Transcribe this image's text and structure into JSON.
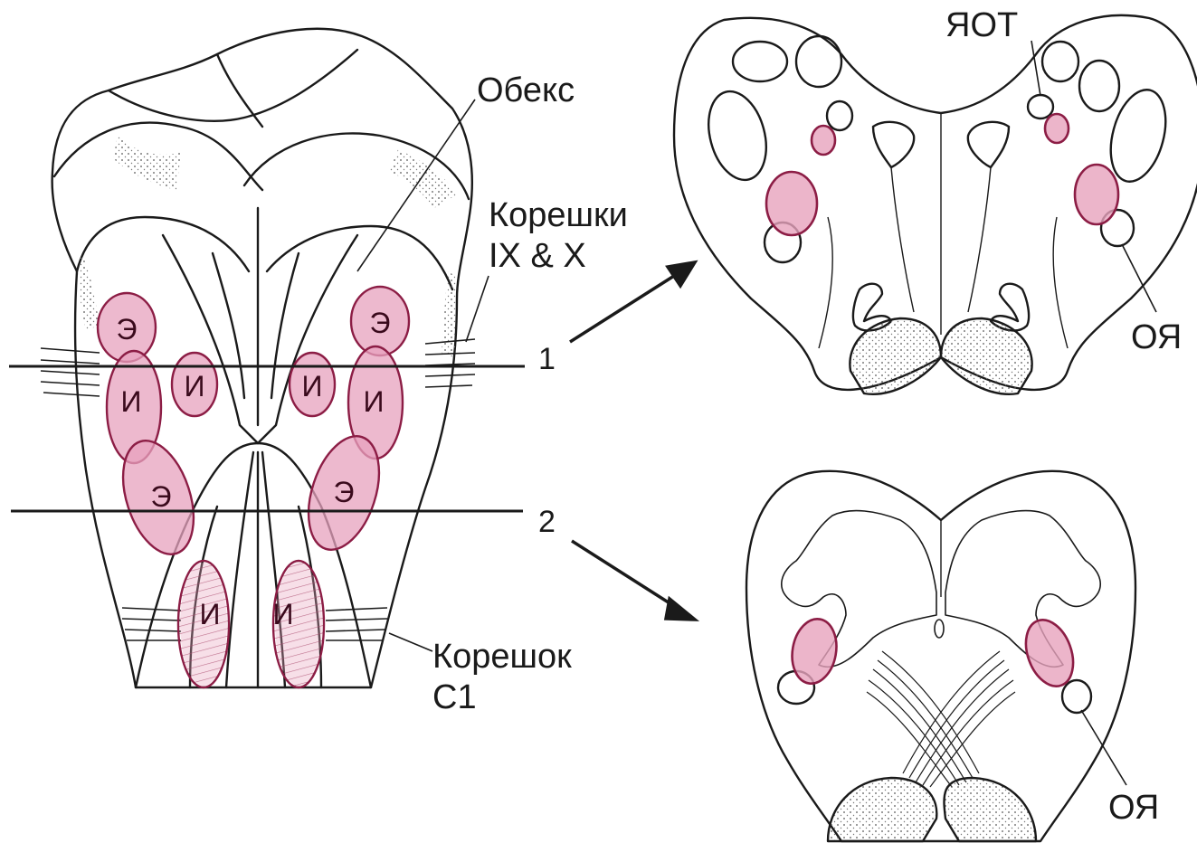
{
  "labels": {
    "obex": "Обекс",
    "roots_ix_x_line1": "Корешки",
    "roots_ix_x_line2": "IX & X",
    "root_c1_line1": "Корешок",
    "root_c1_line2": "C1",
    "section_1": "1",
    "section_2": "2",
    "yot": "ЯОТ",
    "oya_top": "ОЯ",
    "oya_bottom": "ОЯ"
  },
  "nucleus_letters": {
    "left_e_upper": "Э",
    "left_i_upper": "И",
    "left_i_inner": "И",
    "left_e_lower": "Э",
    "left_i_lower": "И",
    "right_e_upper": "Э",
    "right_i_upper": "И",
    "right_i_inner": "И",
    "right_e_lower": "Э",
    "right_i_lower": "И"
  },
  "colors": {
    "ink": "#1a1a1a",
    "nucleus_fill": "#e7a2bd",
    "nucleus_stroke": "#8c1d45",
    "stipple": "#555555"
  }
}
